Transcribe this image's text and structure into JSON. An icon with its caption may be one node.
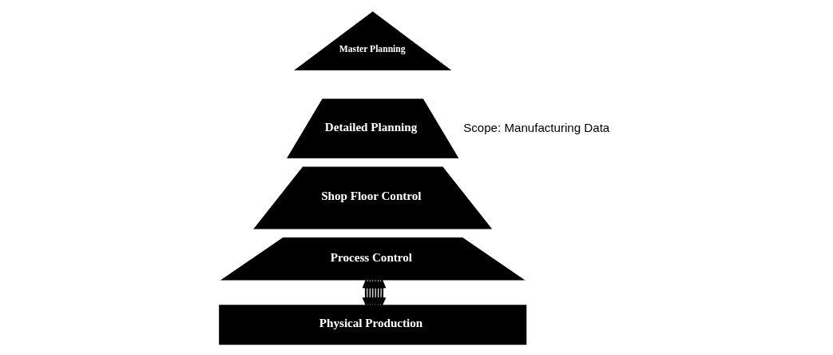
{
  "diagram": {
    "nodes": [
      {
        "text": [
          "Master Planning"
        ]
      },
      {
        "text": [
          "Detailed Planning"
        ]
      },
      {
        "text": [
          "Shop Floor Control"
        ]
      },
      {
        "text": [
          "Process Control"
        ]
      },
      {
        "text": [
          "Physical Production"
        ]
      }
    ],
    "edges": [
      {
        "from": 3,
        "to": 4,
        "arrow": "both"
      },
      {
        "from": 3,
        "to": 4,
        "arrow": "both"
      },
      {
        "from": 3,
        "to": 4,
        "arrow": "both"
      },
      {
        "from": 3,
        "to": 4,
        "arrow": "both"
      },
      {
        "from": 3,
        "to": 4,
        "arrow": "both"
      },
      {
        "from": 3,
        "to": 4,
        "arrow": "both"
      },
      {
        "from": 3,
        "to": 4,
        "arrow": "both"
      }
    ],
    "labels": [
      "Scope: Manufacturing Data"
    ]
  }
}
